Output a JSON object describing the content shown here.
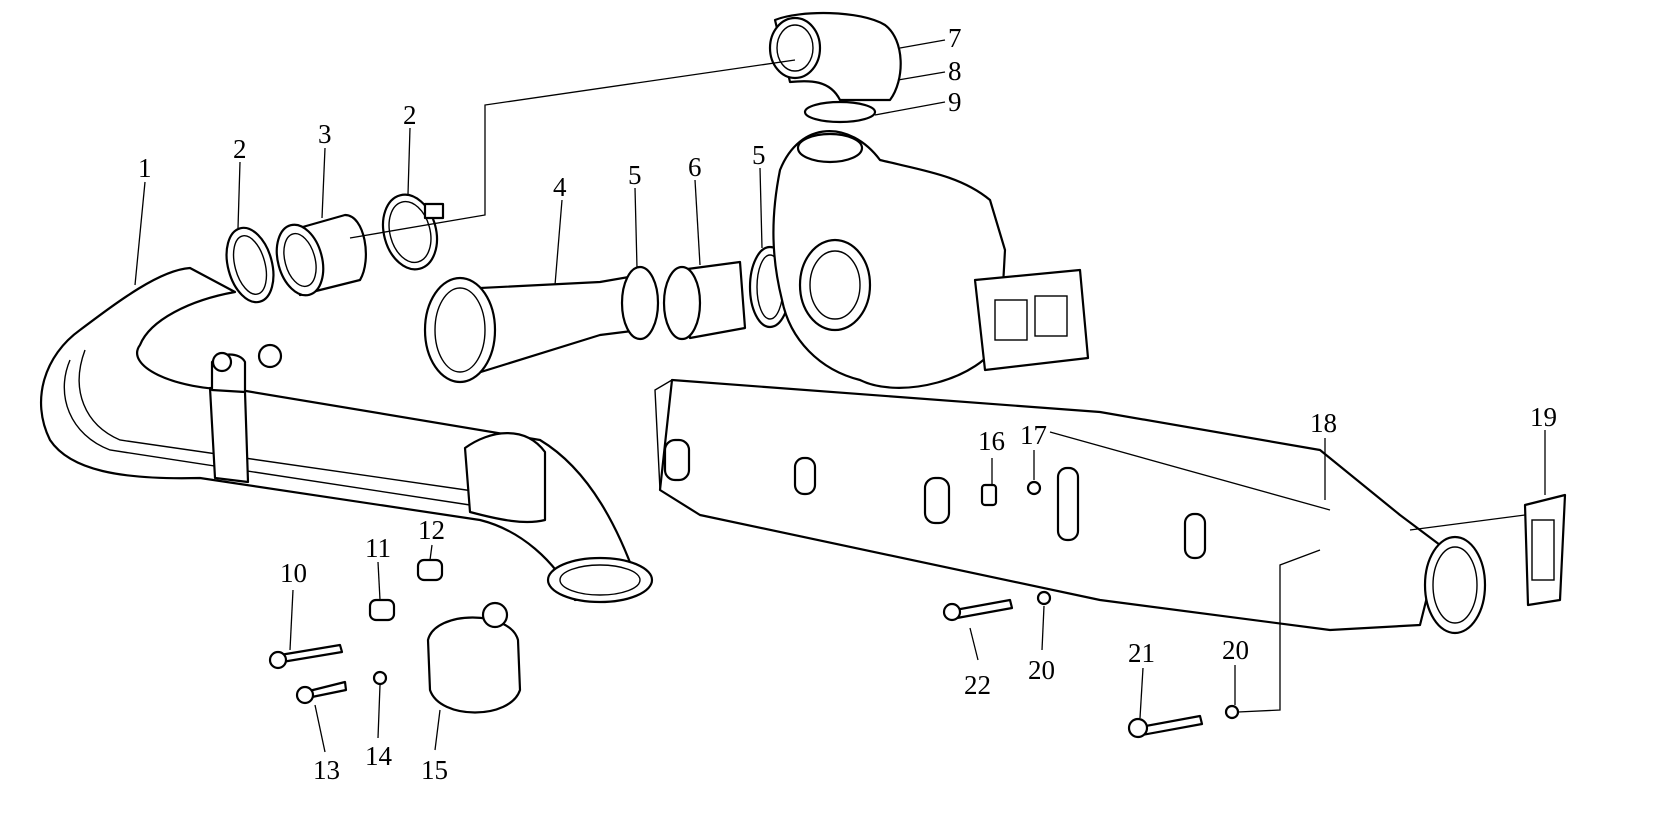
{
  "diagram": {
    "callouts": [
      "1",
      "2",
      "3",
      "2",
      "4",
      "5",
      "6",
      "5",
      "7",
      "8",
      "9",
      "10",
      "11",
      "12",
      "13",
      "14",
      "15",
      "16",
      "17",
      "18",
      "19",
      "20",
      "20",
      "21",
      "22"
    ]
  }
}
